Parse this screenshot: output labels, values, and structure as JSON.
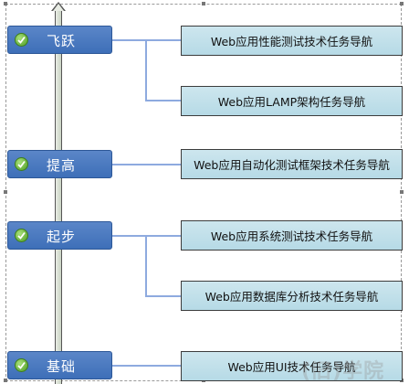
{
  "stages": [
    {
      "label": "飞跃",
      "tasks": [
        "Web应用性能测试技术任务导航",
        "Web应用LAMP架构任务导航"
      ]
    },
    {
      "label": "提高",
      "tasks": [
        "Web应用自动化测试框架技术任务导航"
      ]
    },
    {
      "label": "起步",
      "tasks": [
        "Web应用系统测试技术任务导航",
        "Web应用数据库分析技术任务导航"
      ]
    },
    {
      "label": "基础",
      "tasks": [
        "Web应用UI技术任务导航"
      ]
    }
  ],
  "watermark": "(旧)学院",
  "colors": {
    "stage_fill": "#4a7abf",
    "task_fill": "#c1e0ea",
    "connector": "#8eaadf",
    "check": "#5aa82c"
  }
}
